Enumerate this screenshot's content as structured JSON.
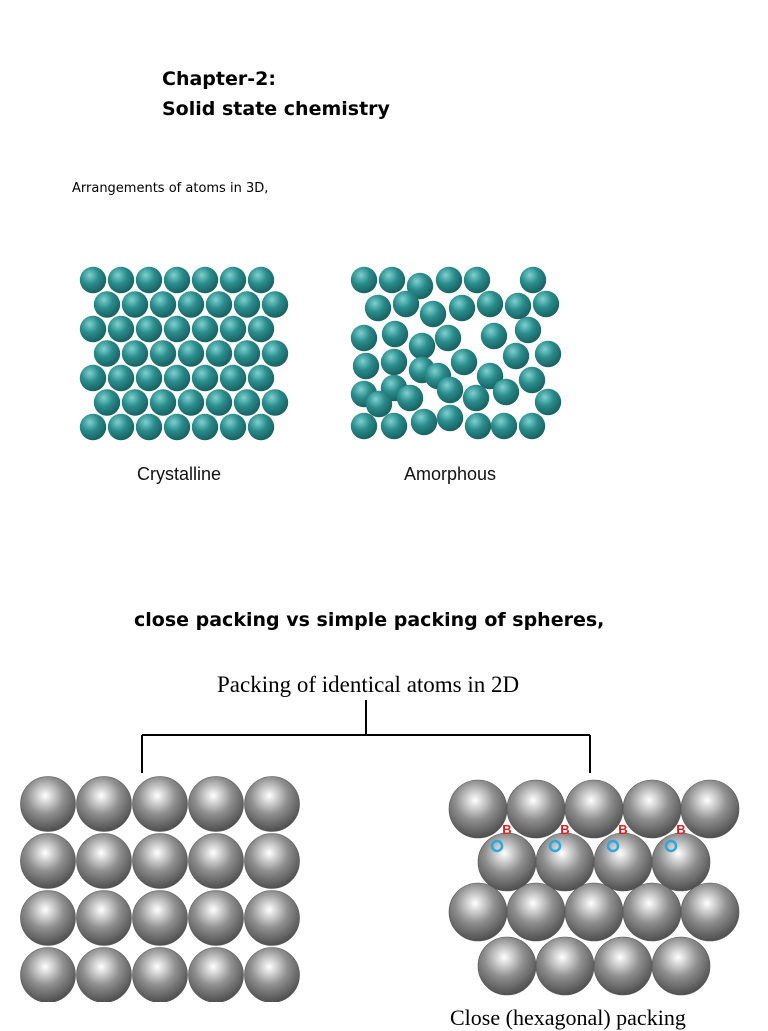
{
  "chapter": {
    "line1": "Chapter-2:",
    "line2": "Solid state chemistry"
  },
  "intro_text": "Arrangements of atoms in 3D,",
  "figure_3d": {
    "crystalline_label": "Crystalline",
    "amorphous_label": "Amorphous",
    "atom_color": "#2a8c8c"
  },
  "section_heading": "close packing vs simple packing of spheres,",
  "figure_2d": {
    "root_label": "Packing of identical atoms in 2D",
    "right_label": "Close (hexagonal) packing",
    "void_marker": "B",
    "void_marker_color": "#e02020",
    "void_ring_color": "#2aa8e0",
    "sphere_color": "#8f8f8f"
  }
}
